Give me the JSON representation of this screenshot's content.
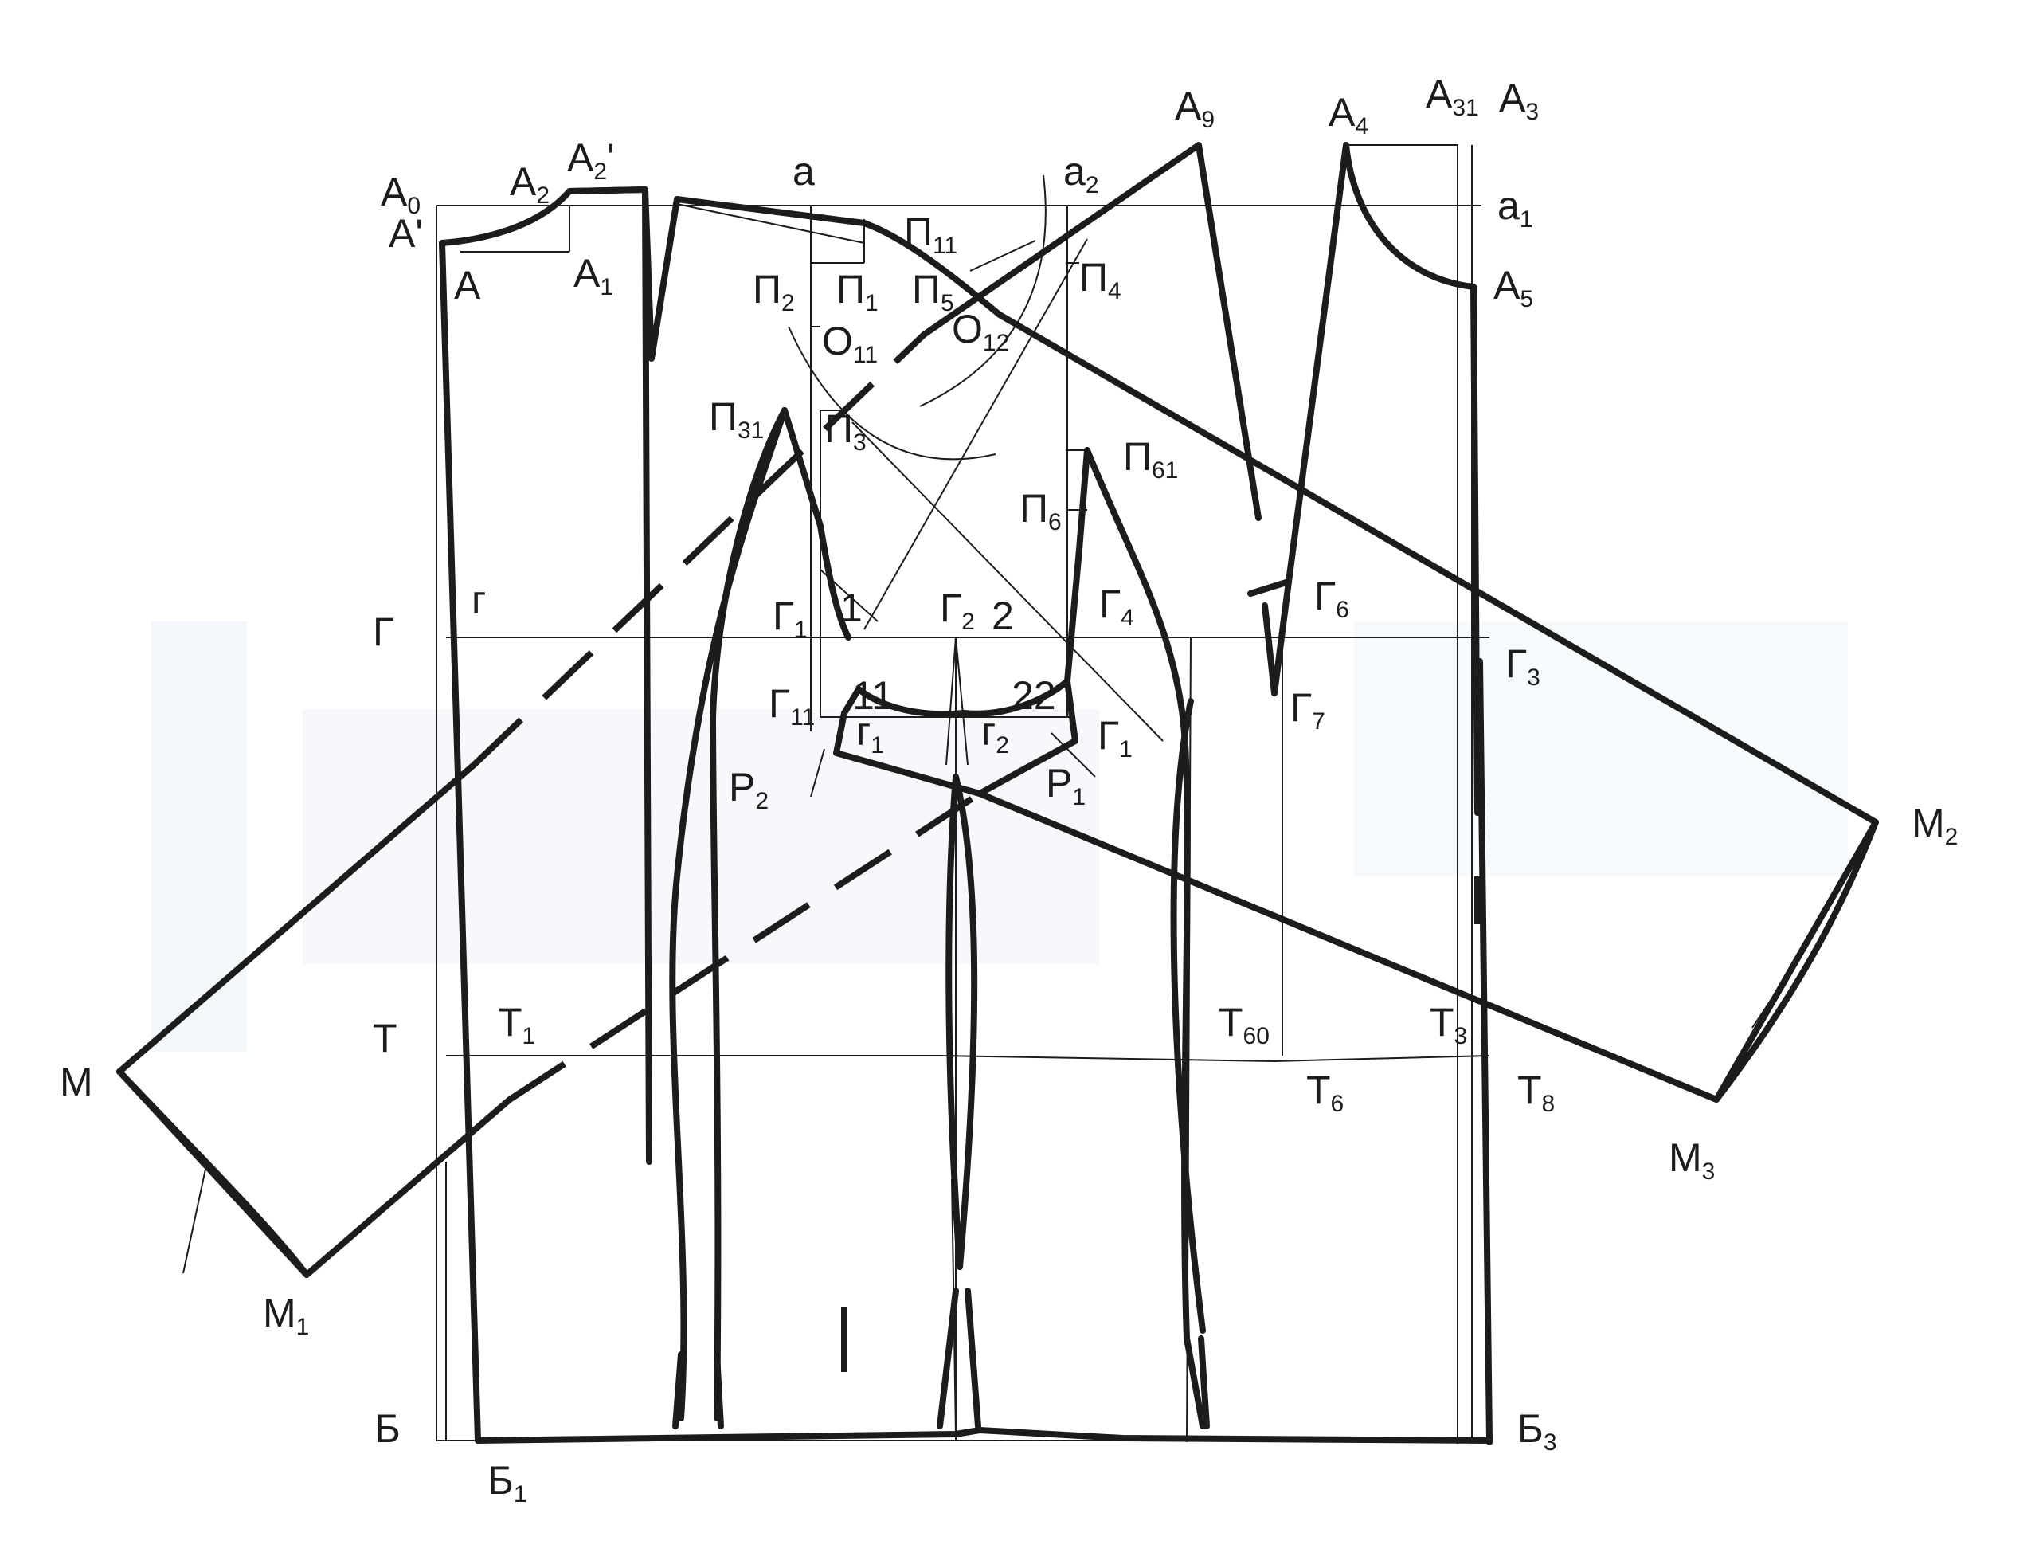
{
  "diagram": {
    "labels": [
      {
        "id": "A0",
        "base": "А",
        "sub": "0"
      },
      {
        "id": "A-prime",
        "base": "А'",
        "sub": ""
      },
      {
        "id": "A",
        "base": "А",
        "sub": ""
      },
      {
        "id": "A2",
        "base": "А",
        "sub": "2"
      },
      {
        "id": "A2-prime",
        "base": "А",
        "sub": "2",
        "suffix": "'"
      },
      {
        "id": "A1",
        "base": "А",
        "sub": "1"
      },
      {
        "id": "a",
        "base": "а",
        "sub": ""
      },
      {
        "id": "a2",
        "base": "а",
        "sub": "2"
      },
      {
        "id": "a1",
        "base": "а",
        "sub": "1"
      },
      {
        "id": "A9",
        "base": "А",
        "sub": "9"
      },
      {
        "id": "A4",
        "base": "А",
        "sub": "4"
      },
      {
        "id": "A31",
        "base": "А",
        "sub": "31"
      },
      {
        "id": "A3",
        "base": "А",
        "sub": "3"
      },
      {
        "id": "A5",
        "base": "А",
        "sub": "5"
      },
      {
        "id": "P11",
        "base": "П",
        "sub": "11"
      },
      {
        "id": "P2",
        "base": "П",
        "sub": "2"
      },
      {
        "id": "P1",
        "base": "П",
        "sub": "1"
      },
      {
        "id": "P5",
        "base": "П",
        "sub": "5"
      },
      {
        "id": "P4",
        "base": "П",
        "sub": "4"
      },
      {
        "id": "O11",
        "base": "О",
        "sub": "11"
      },
      {
        "id": "O12",
        "base": "О",
        "sub": "12"
      },
      {
        "id": "P31",
        "base": "П",
        "sub": "31"
      },
      {
        "id": "P3",
        "base": "П",
        "sub": "3"
      },
      {
        "id": "P61",
        "base": "П",
        "sub": "61"
      },
      {
        "id": "P6",
        "base": "П",
        "sub": "6"
      },
      {
        "id": "g",
        "base": "г",
        "sub": ""
      },
      {
        "id": "G",
        "base": "Г",
        "sub": ""
      },
      {
        "id": "G1",
        "base": "Г",
        "sub": "1"
      },
      {
        "id": "n1",
        "base": "1",
        "sub": ""
      },
      {
        "id": "G2",
        "base": "Г",
        "sub": "2"
      },
      {
        "id": "n2",
        "base": "2",
        "sub": ""
      },
      {
        "id": "G4",
        "base": "Г",
        "sub": "4"
      },
      {
        "id": "G6",
        "base": "Г",
        "sub": "6"
      },
      {
        "id": "G3",
        "base": "Г",
        "sub": "3"
      },
      {
        "id": "G11",
        "base": "Г",
        "sub": "11"
      },
      {
        "id": "n11",
        "base": "11",
        "sub": ""
      },
      {
        "id": "n22",
        "base": "22",
        "sub": ""
      },
      {
        "id": "G7",
        "base": "Г",
        "sub": "7"
      },
      {
        "id": "g1",
        "base": "г",
        "sub": "1"
      },
      {
        "id": "g2",
        "base": "г",
        "sub": "2"
      },
      {
        "id": "G1-lower",
        "base": "Г",
        "sub": "1"
      },
      {
        "id": "R2",
        "base": "Р",
        "sub": "2"
      },
      {
        "id": "R1",
        "base": "Р",
        "sub": "1"
      },
      {
        "id": "M2",
        "base": "М",
        "sub": "2"
      },
      {
        "id": "M",
        "base": "М",
        "sub": ""
      },
      {
        "id": "T",
        "base": "Т",
        "sub": ""
      },
      {
        "id": "T1",
        "base": "Т",
        "sub": "1"
      },
      {
        "id": "T60",
        "base": "Т",
        "sub": "60"
      },
      {
        "id": "T3",
        "base": "Т",
        "sub": "3"
      },
      {
        "id": "T6",
        "base": "Т",
        "sub": "6"
      },
      {
        "id": "T8",
        "base": "Т",
        "sub": "8"
      },
      {
        "id": "M3",
        "base": "М",
        "sub": "3"
      },
      {
        "id": "M1",
        "base": "М",
        "sub": "1"
      },
      {
        "id": "B",
        "base": "Б",
        "sub": ""
      },
      {
        "id": "B1",
        "base": "Б",
        "sub": "1"
      },
      {
        "id": "B3",
        "base": "Б",
        "sub": "3"
      }
    ]
  }
}
